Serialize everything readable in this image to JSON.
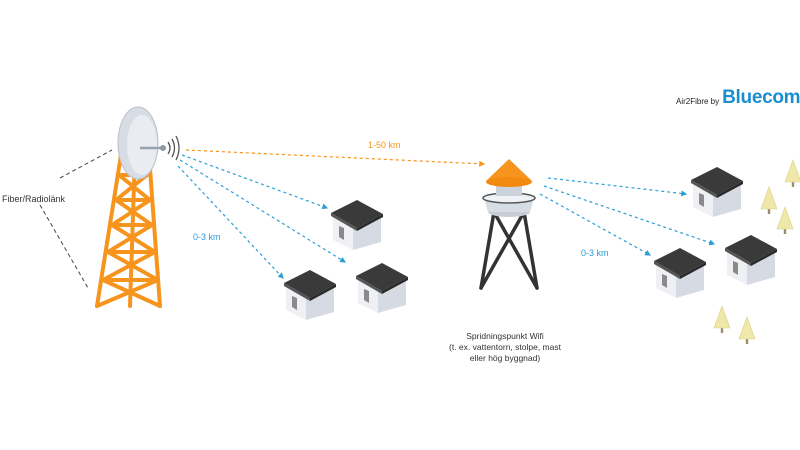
{
  "brand": {
    "prefix": "Air2Fibre by",
    "name": "Bluecom"
  },
  "labels": {
    "fiber": "Fiber/Radiolänk",
    "long_range": "1-50 km",
    "short_range_left": "0-3 km",
    "short_range_right": "0-3 km"
  },
  "caption": {
    "line1": "Spridningspunkt Wifi",
    "line2": "(t. ex. vattentorn, stolpe, mast",
    "line3": "eller hög byggnad)"
  },
  "colors": {
    "tower": "#f7941d",
    "long_link": "#f7941d",
    "short_link": "#2a9fd6",
    "brand": "#1a8fd0",
    "tree": "#f0e8a8"
  }
}
